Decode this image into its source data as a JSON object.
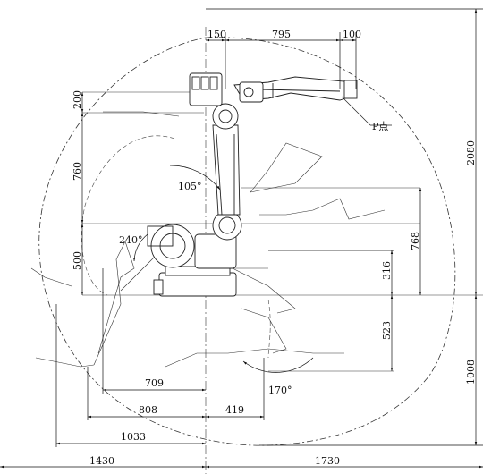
{
  "dims": {
    "d150": "150",
    "d795": "795",
    "d100": "100",
    "d200": "200",
    "d760": "760",
    "d500": "500",
    "d2080": "2080",
    "d768": "768",
    "d316": "316",
    "d523": "523",
    "d1008": "1008",
    "d709": "709",
    "d808": "808",
    "d419": "419",
    "d1033": "1033",
    "d1430": "1430",
    "d1730": "1730"
  },
  "angles": {
    "a105": "105°",
    "a240": "240°",
    "a170": "170°"
  },
  "labels": {
    "p_point": "P点"
  }
}
